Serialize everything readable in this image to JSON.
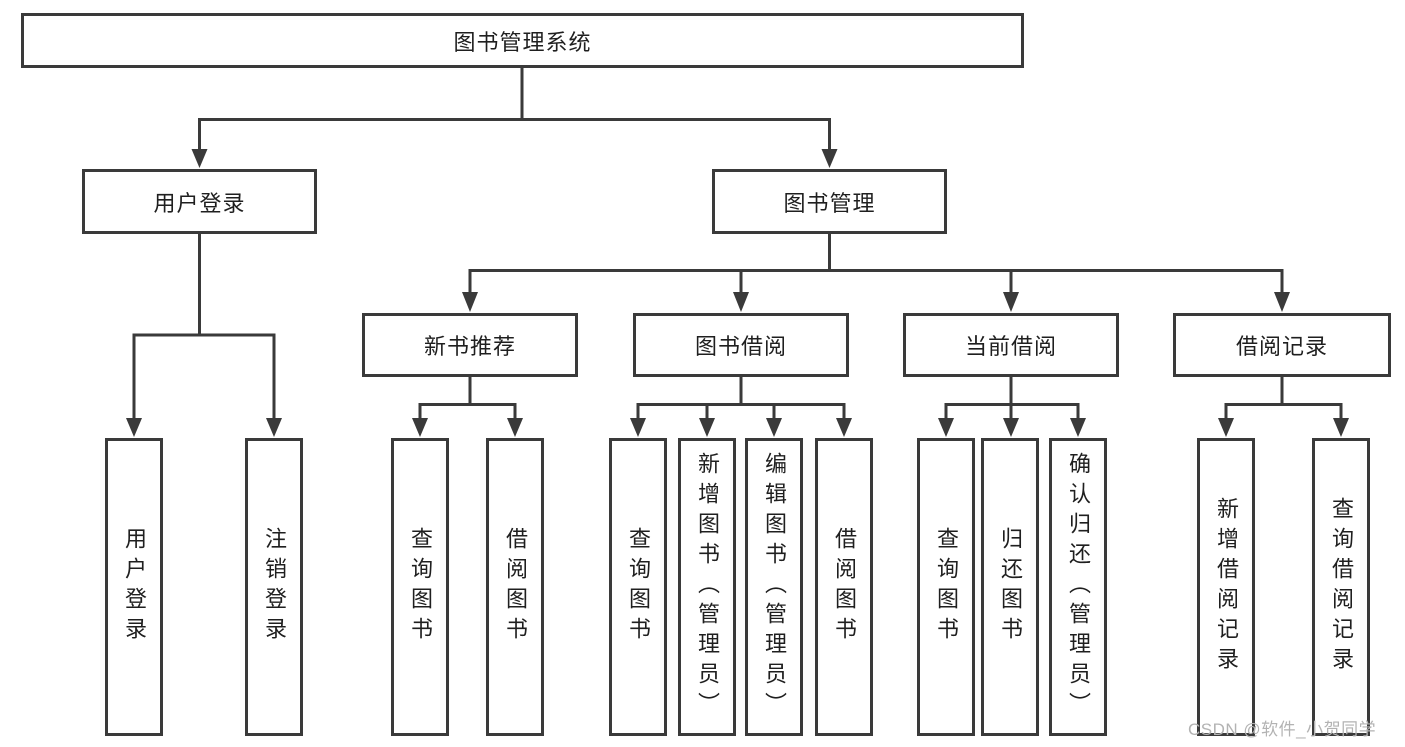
{
  "diagram": {
    "background_color": "#ffffff",
    "line_color": "#3a3a3a",
    "text_color": "#1f1f1f",
    "watermark_color": "#b3b3b3",
    "nodes": {
      "root": "图书管理系统",
      "user_login": "用户登录",
      "book_management": "图书管理",
      "new_book_recommend": "新书推荐",
      "book_borrowing": "图书借阅",
      "current_borrowing": "当前借阅",
      "borrowing_records": "借阅记录"
    },
    "leaves": {
      "login_user_login": "用户登录",
      "login_logout": "注销登录",
      "rec_query_books": "查询图书",
      "rec_borrow_books": "借阅图书",
      "bor_query_books": "查询图书",
      "bor_add_books": "新增图书（管理员）",
      "bor_edit_books": "编辑图书（管理员）",
      "bor_borrow_books": "借阅图书",
      "cur_query_books": "查询图书",
      "cur_return_books": "归还图书",
      "cur_confirm_return": "确认归还（管理员）",
      "recd_add_record": "新增借阅记录",
      "recd_query_record": "查询借阅记录"
    },
    "watermark": "CSDN @软件_小贺同学"
  }
}
